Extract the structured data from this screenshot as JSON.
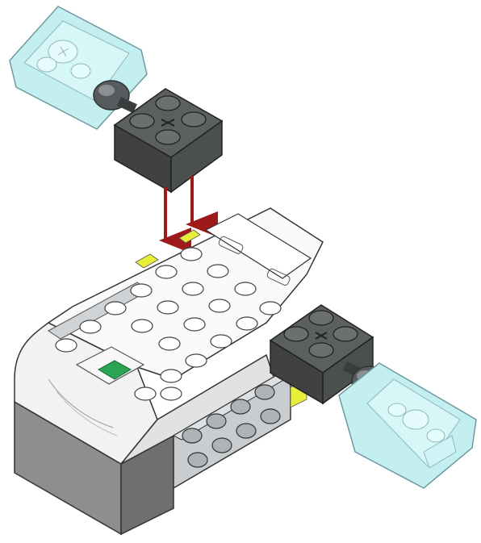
{
  "figure": {
    "kind": "building-instruction-step",
    "parts": [
      {
        "name": "smarthub",
        "color": "#f4f4f4",
        "base_color": "#8f8f8f"
      },
      {
        "name": "brick-2x2",
        "color": "#505453"
      },
      {
        "name": "propeller",
        "color": "#bfeef0"
      },
      {
        "name": "axle-connector",
        "color": "#55585a"
      },
      {
        "name": "beam",
        "color": "#c8cdd0"
      }
    ],
    "arrow_color": "#9e1a1a",
    "power_button_color": "#2aa352",
    "marker_color": "#e8ef3a"
  }
}
